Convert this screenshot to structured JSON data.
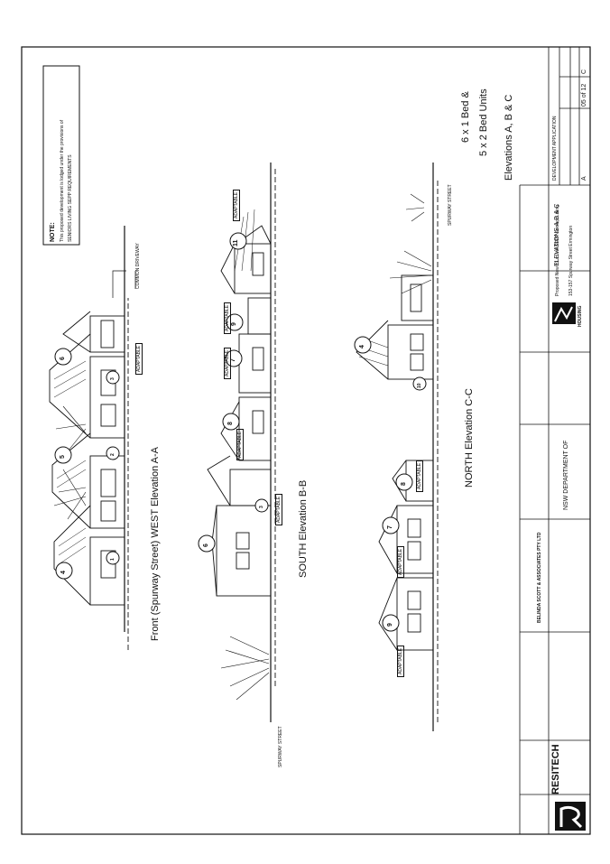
{
  "note": {
    "heading": "NOTE:",
    "line1": "This proposed development is lodged under the provisions of",
    "line2": "SENIORS LIVING SEPP REQUIREMENTS"
  },
  "summary": {
    "line1": "6 x 1 Bed &",
    "line2": "5 x 2 Bed Units",
    "line3": "Elevations A, B & C"
  },
  "elevations": {
    "a": {
      "title": "Front (Spurway Street) WEST Elevation A-A",
      "units": [
        "4",
        "5",
        "6",
        "1",
        "2",
        "3"
      ],
      "tag": "ADAPTABLE",
      "driveway": "COMMON DRIVEWAY"
    },
    "b": {
      "title": "SOUTH Elevation B-B",
      "units": [
        "6",
        "8",
        "7",
        "9",
        "11",
        "3"
      ],
      "tag": "ADAPTABLE",
      "street_left": "SPURWAY STREET",
      "street_right": "SPURWAY STREET"
    },
    "c": {
      "title": "NORTH Elevation C-C",
      "units": [
        "9",
        "7",
        "8",
        "4",
        "10"
      ],
      "tag": "ADAPTABLE"
    }
  },
  "titleblock": {
    "firm": "RESITECH",
    "consultant": "BELINDA SCOTT & ASSOCIATES PTY LTD",
    "client": "NSW DEPARTMENT OF",
    "brand": "HOUSING",
    "project": "Proposed New 11 x Unit SEPP Seniors Living",
    "address": "153-157 Spurway Street Ermington",
    "drawing_title": "ELEVATIONS A,B & C",
    "stage": "DEVELOPMENT APPLICATION",
    "sheet": "05 of 12",
    "revision": "C",
    "size": "A"
  }
}
